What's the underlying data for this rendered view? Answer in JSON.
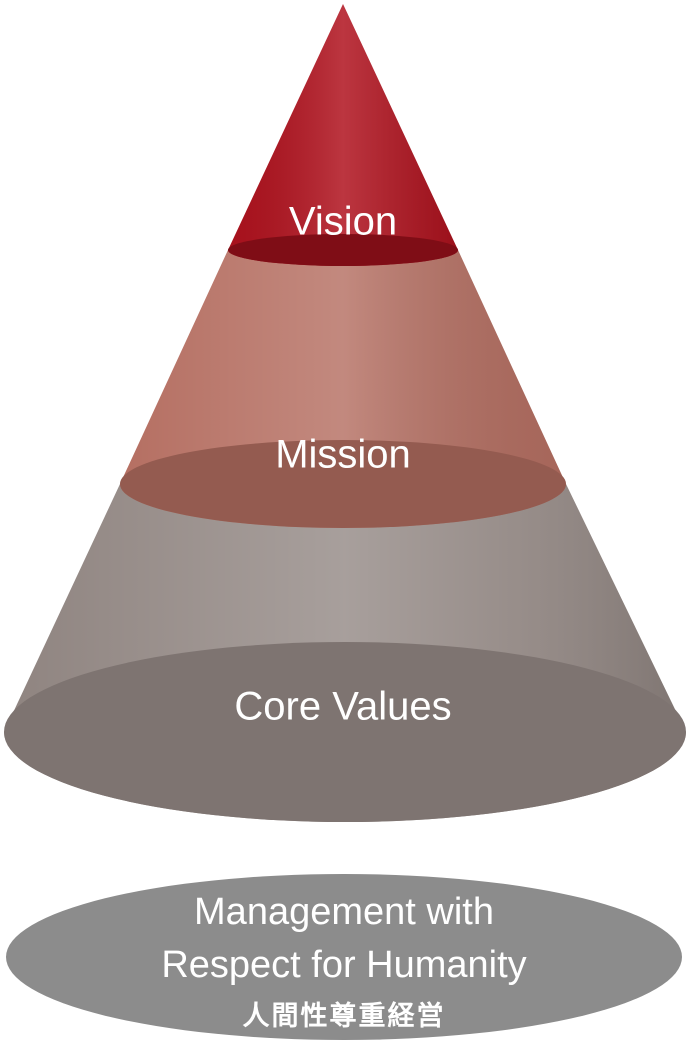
{
  "pyramid": {
    "tiers": [
      {
        "label": "Vision",
        "color": "#b0121e"
      },
      {
        "label": "Mission",
        "color": "#b56f62"
      },
      {
        "label": "Core Values",
        "color": "#8f8480"
      }
    ]
  },
  "base": {
    "line1": "Management with",
    "line2": "Respect for Humanity",
    "line3": "人間性尊重経営",
    "color": "#8c8c8c"
  }
}
